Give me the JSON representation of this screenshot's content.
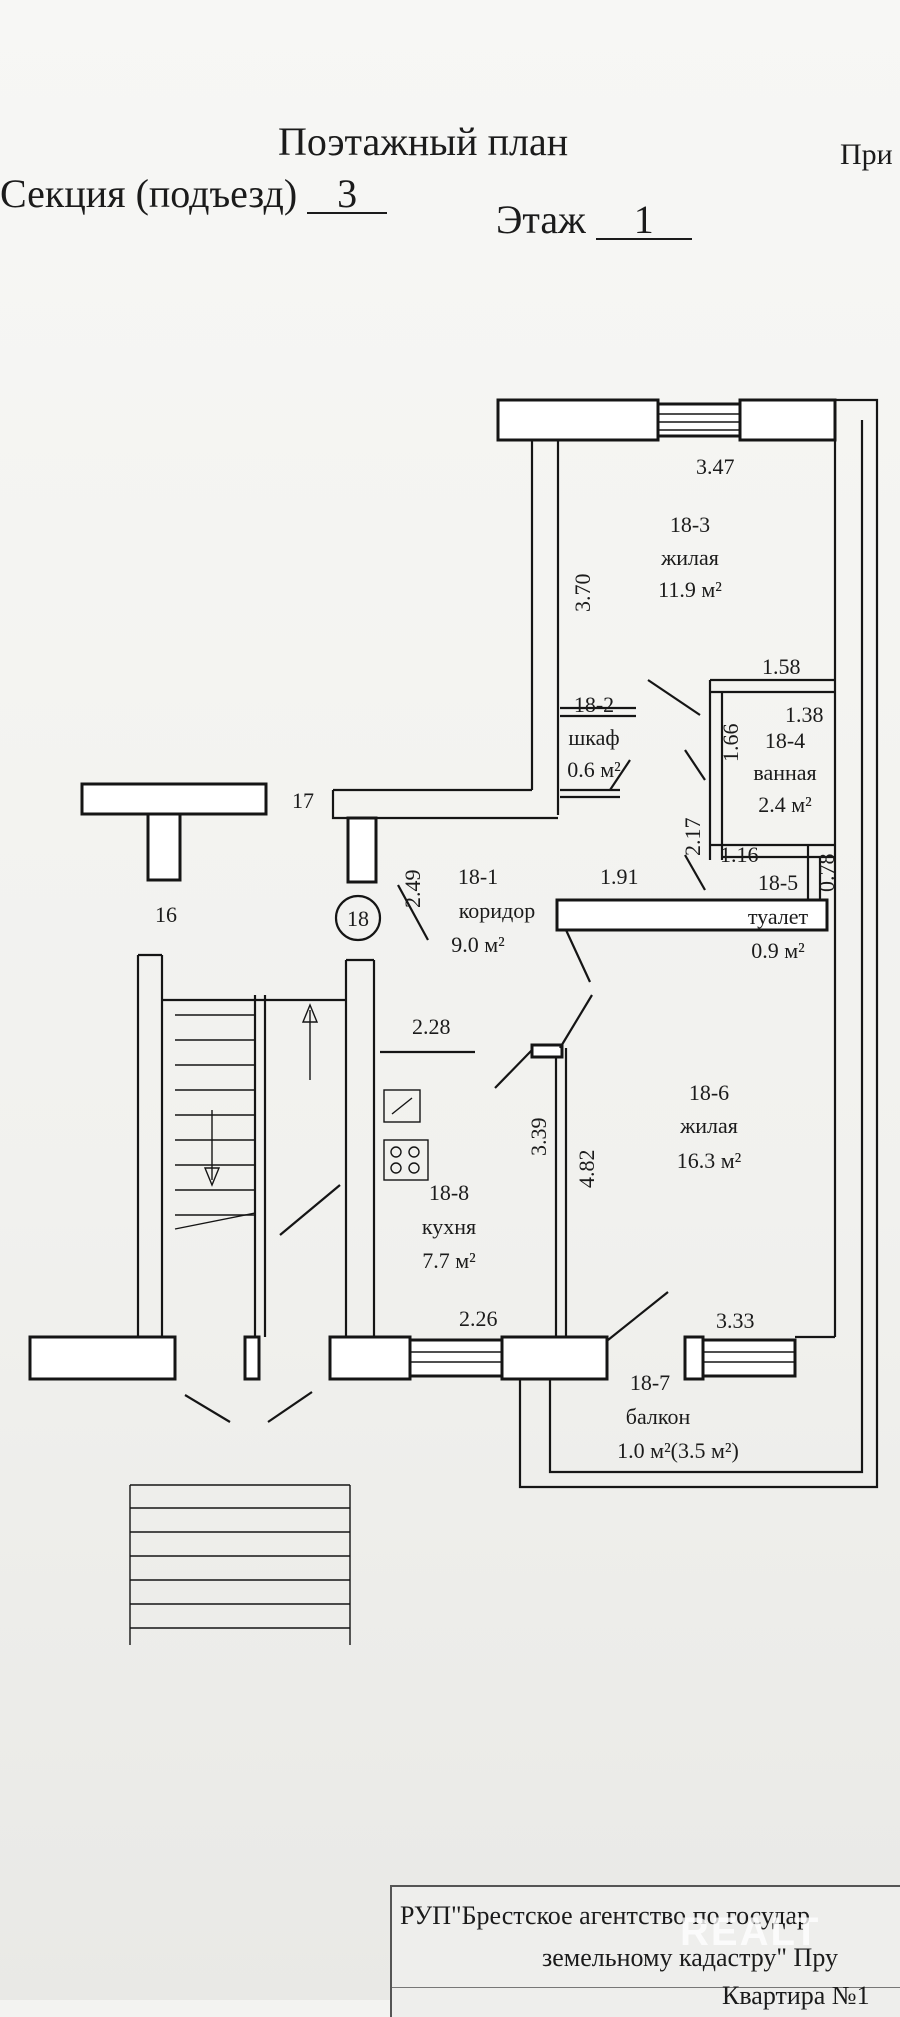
{
  "header": {
    "title": "Поэтажный план",
    "corner_text": "При",
    "section_label": "Секция (подъезд)",
    "section_value": "3",
    "floor_label": "Этаж",
    "floor_value": "1"
  },
  "rooms": [
    {
      "id": "18-3",
      "type": "жилая",
      "area": "11.9 м²"
    },
    {
      "id": "18-2",
      "type": "шкаф",
      "area": "0.6 м²"
    },
    {
      "id": "18-4",
      "type": "ванная",
      "area": "2.4 м²"
    },
    {
      "id": "18-1",
      "type": "коридор",
      "area": "9.0 м²"
    },
    {
      "id": "18-5",
      "type": "туалет",
      "area": "0.9 м²"
    },
    {
      "id": "18-6",
      "type": "жилая",
      "area": "16.3 м²"
    },
    {
      "id": "18-8",
      "type": "кухня",
      "area": "7.7 м²"
    },
    {
      "id": "18-7",
      "type": "балкон",
      "area": "1.0 м²(3.5 м²)"
    }
  ],
  "dimensions": [
    "3.47",
    "3.70",
    "1.58",
    "1.38",
    "1.66",
    "2.17",
    "1.16",
    "0.78",
    "2.49",
    "1.91",
    "2.28",
    "3.39",
    "4.82",
    "2.26",
    "3.33"
  ],
  "neighbor_labels": {
    "apt_16": "16",
    "apt_17": "17",
    "apt_18": "18"
  },
  "footer": {
    "line1": "РУП\"Брестское агентство по государ",
    "line2": "земельному кадастру\" Пру",
    "line3": "Квартира №1"
  },
  "watermark": "REALT"
}
